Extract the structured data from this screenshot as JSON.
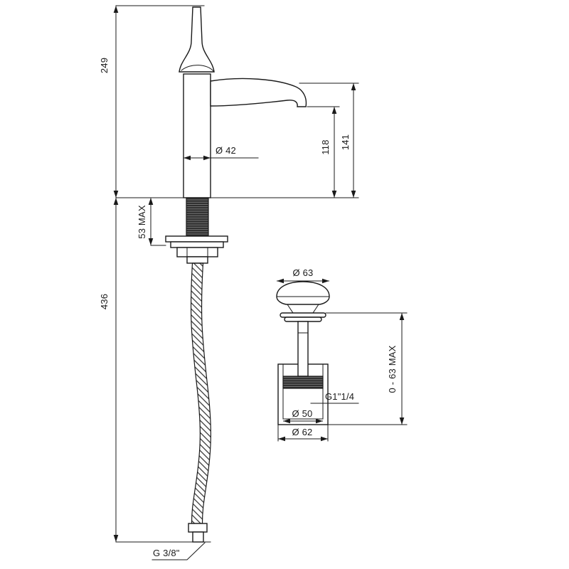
{
  "dimensions": {
    "height_249": "249",
    "height_436": "436",
    "dia_42": "Ø 42",
    "spout_118": "118",
    "spout_141": "141",
    "deck_53_max": "53 MAX",
    "waste_dia_63": "Ø 63",
    "waste_thread": "G1\"1/4",
    "waste_dia_50": "Ø 50",
    "waste_dia_62": "Ø 62",
    "waste_0_63_max": "0 - 63 MAX",
    "hose_thread": "G 3/8\""
  },
  "colors": {
    "line": "#1a1a1a",
    "background": "#ffffff"
  }
}
